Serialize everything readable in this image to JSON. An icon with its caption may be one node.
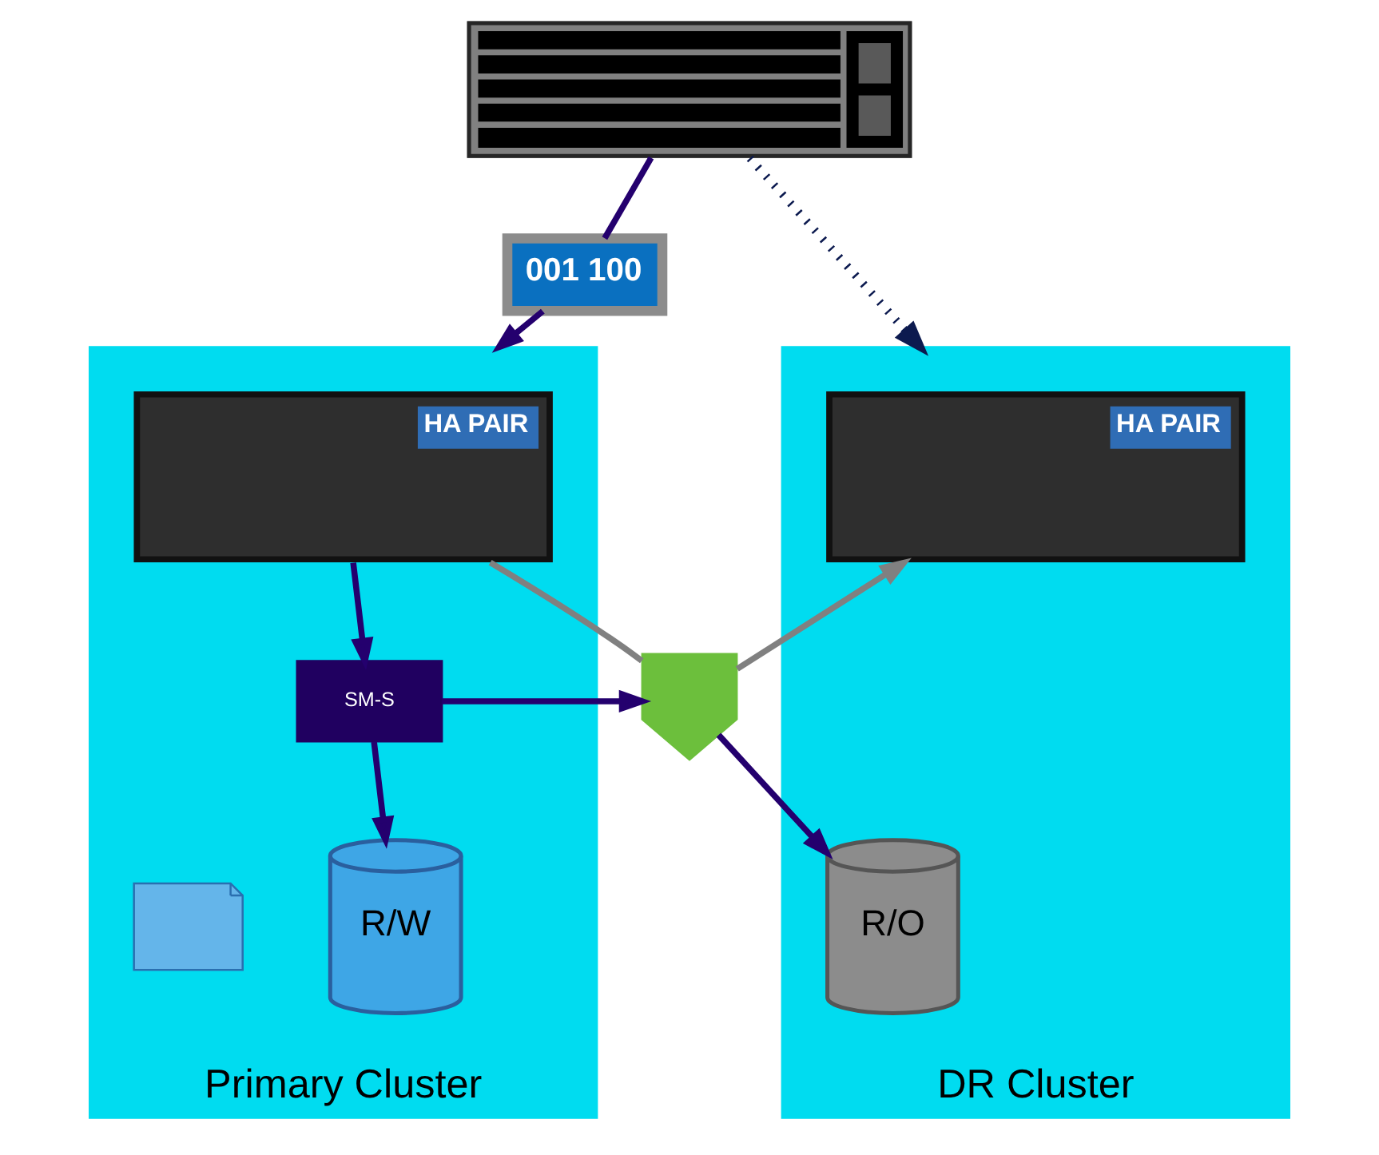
{
  "diagram": {
    "nodes": [
      {
        "text": [],
        "shape": "picture"
      },
      {
        "text": [
          "001 100"
        ]
      },
      {
        "text": [
          "Primary Cluster"
        ]
      },
      {
        "text": [
          "HA PAIR"
        ],
        "in": 2
      },
      {
        "text": [
          "SM-S"
        ],
        "in": 2
      },
      {
        "text": [],
        "shape": "picture",
        "in": 2
      },
      {
        "text": [
          "R/W"
        ],
        "in": 2
      },
      {
        "text": [],
        "shape": "picture"
      },
      {
        "text": [
          "DR Cluster"
        ]
      },
      {
        "text": [
          "HA PAIR"
        ],
        "in": 8
      },
      {
        "text": [
          "R/O"
        ],
        "in": 8
      }
    ],
    "edges": [
      {
        "from": 0,
        "to": 1,
        "arrow": "none"
      },
      {
        "from": 1,
        "to": 2,
        "arrow": "to"
      },
      {
        "from": 0,
        "to": 8,
        "arrow": "to",
        "style": "dashed",
        "color": "#0c1a4f"
      },
      {
        "from": 3,
        "to": 4,
        "arrow": "to"
      },
      {
        "from": 4,
        "to": 6,
        "arrow": "to"
      },
      {
        "from": 4,
        "to": 7,
        "arrow": "to"
      },
      {
        "from": 3,
        "to": 7,
        "arrow": "none",
        "color": "#808080"
      },
      {
        "from": 7,
        "to": 9,
        "arrow": "to",
        "color": "#808080"
      },
      {
        "from": 7,
        "to": 10,
        "arrow": "to"
      }
    ]
  }
}
